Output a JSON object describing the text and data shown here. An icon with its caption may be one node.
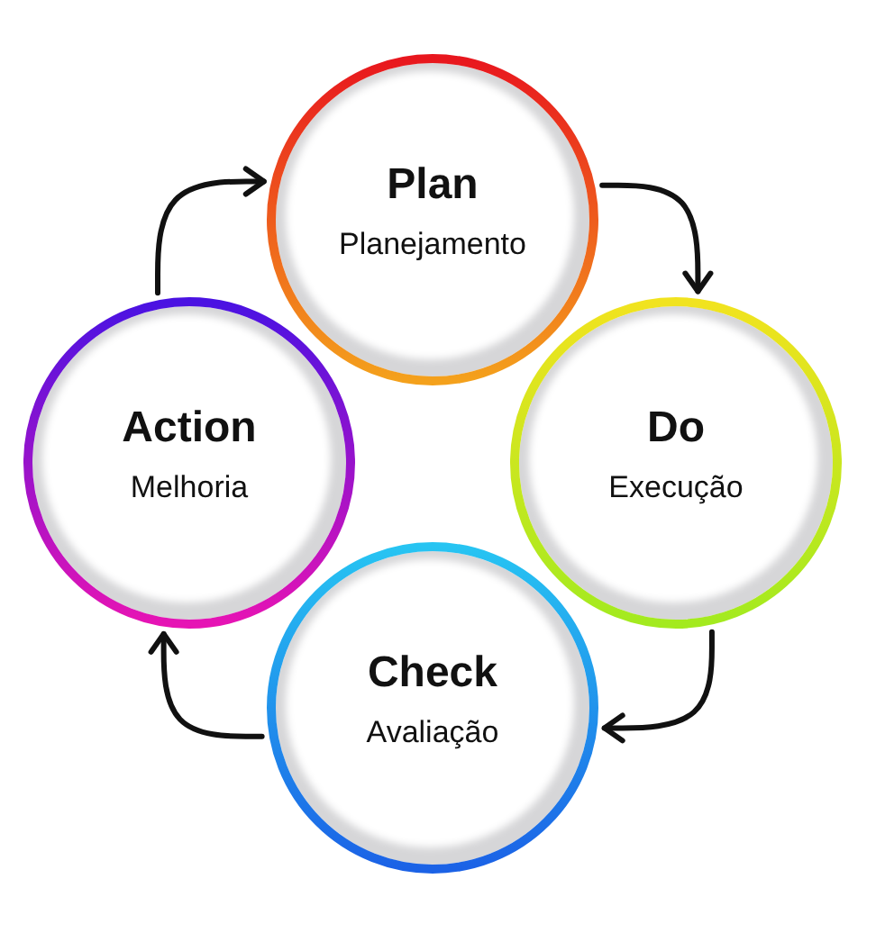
{
  "diagram": {
    "nodes": [
      {
        "text": [
          "Plan",
          "Planejamento"
        ]
      },
      {
        "text": [
          "Do",
          "Execução"
        ]
      },
      {
        "text": [
          "Check",
          "Avaliação"
        ]
      },
      {
        "text": [
          "Action",
          "Melhoria"
        ]
      }
    ],
    "edges": [
      {
        "from": 0,
        "to": 1,
        "arrow": "to"
      },
      {
        "from": 1,
        "to": 2,
        "arrow": "to"
      },
      {
        "from": 2,
        "to": 3,
        "arrow": "to"
      },
      {
        "from": 3,
        "to": 0,
        "arrow": "to"
      }
    ]
  }
}
